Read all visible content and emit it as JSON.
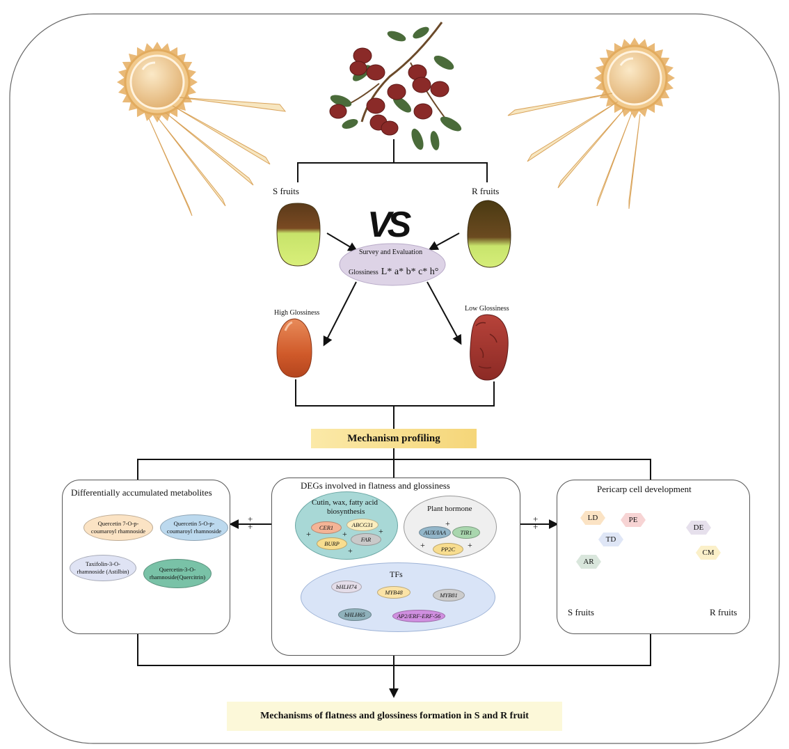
{
  "top": {
    "s_fruits": "S fruits",
    "r_fruits": "R fruits",
    "vs": "VS",
    "survey_title": "Survey and Evaluation",
    "glossiness_label": "Glossiness",
    "glossiness_metrics": "L* a* b* c* h°",
    "high_glossiness": "High Glossiness",
    "low_glossiness": "Low Glossiness"
  },
  "mechanism_profiling": "Mechanism profiling",
  "left_panel": {
    "title": "Differentially accumulated metabolites",
    "metabolites": [
      {
        "line1": "Quercetin 7-O-p-",
        "line2": "coumaroyl rhamnoside",
        "color": "#fbe3c4"
      },
      {
        "line1": "Quercetin 5-O-p-",
        "line2": "coumaroyl rhamnoside",
        "color": "#bcd9ee"
      },
      {
        "line1": "Taxifolin-3-O-",
        "line2": "rhamnoside (Astilbin)",
        "color": "#dfe3f4"
      },
      {
        "line1": "Quercetin-3-O-",
        "line2": "rhamnoside(Quercitrin)",
        "color": "#79c2a7"
      }
    ],
    "plus_signs": "+ +"
  },
  "center_panel": {
    "title": "DEGs involved in flatness and glossiness",
    "cutin": {
      "line1": "Cutin, wax, fatty acid",
      "line2": "biosynthesis",
      "color": "#a8d8d6"
    },
    "cutin_genes": [
      {
        "name": "CER1",
        "color": "#f4b496"
      },
      {
        "name": "ABCG31",
        "color": "#fbeebe"
      },
      {
        "name": "FAR",
        "color": "#c9c9c9"
      },
      {
        "name": "BURP",
        "color": "#f8dd8f"
      }
    ],
    "hormone": {
      "title": "Plant hormone",
      "color": "#efefef"
    },
    "hormone_genes": [
      {
        "name": "AUX/IAA",
        "color": "#93b6c9"
      },
      {
        "name": "TIR1",
        "color": "#a9d6ae"
      },
      {
        "name": "PP2C",
        "color": "#f8dd8f"
      }
    ],
    "tfs": {
      "title": "TFs",
      "color": "#d9e4f7"
    },
    "tf_genes": [
      {
        "name": "bHLH74",
        "color": "#e4dde9"
      },
      {
        "name": "MYB48",
        "color": "#fbe3a6"
      },
      {
        "name": "MYB81",
        "color": "#cccccc"
      },
      {
        "name": "bHLH65",
        "color": "#8fb1bb"
      },
      {
        "name": "AP2/ERF-ERF-56",
        "color": "#d08fe0"
      }
    ]
  },
  "right_panel": {
    "title": "Pericarp cell development",
    "left_tags": [
      {
        "name": "LD",
        "color": "#fbe3c4"
      },
      {
        "name": "TD",
        "color": "#dfe6f6"
      },
      {
        "name": "AR",
        "color": "#d9e6dc"
      }
    ],
    "mid_tag": {
      "name": "PE",
      "color": "#f7d4d4"
    },
    "right_tags": [
      {
        "name": "DE",
        "color": "#e6e0ec"
      },
      {
        "name": "CM",
        "color": "#fbf0c9"
      }
    ],
    "s_fruits": "S fruits",
    "r_fruits": "R fruits",
    "plus_signs": "+ +"
  },
  "conclusion": "Mechanisms of flatness and glossiness formation in S and R fruit",
  "colors": {
    "banner": "#fbe79a",
    "conclusion_bg": "#fcf8d9",
    "sun": "#e9b977",
    "leaf": "#4a6b3a",
    "jujube": "#8a2a28"
  }
}
